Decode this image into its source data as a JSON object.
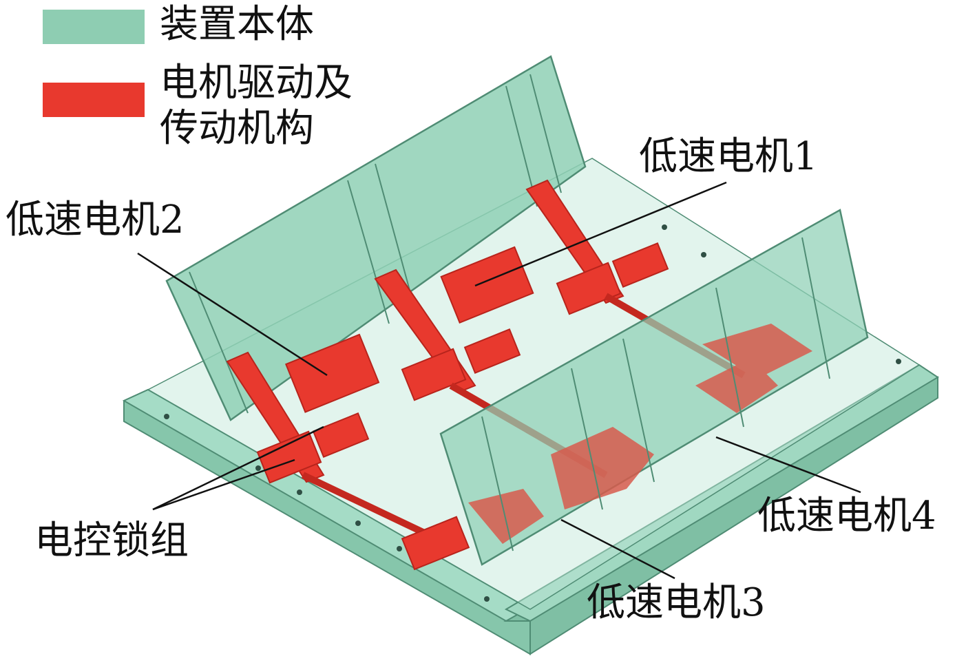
{
  "legend": {
    "body": {
      "label": "装置本体",
      "color": "#8ecdb2"
    },
    "drive": {
      "label": "电机驱动及\n传动机构",
      "color": "#e8392e"
    }
  },
  "callouts": {
    "motor1": "低速电机1",
    "motor2": "低速电机2",
    "motor3": "低速电机3",
    "motor4": "低速电机4",
    "locks": "电控锁组"
  },
  "colors": {
    "body_fill": "#8fd0b5",
    "body_edge": "#4f8c74",
    "drive_fill": "#e8392e",
    "drive_dark": "#b8241c",
    "ghost_drive": "#d75a4c",
    "leader": "#111111"
  }
}
